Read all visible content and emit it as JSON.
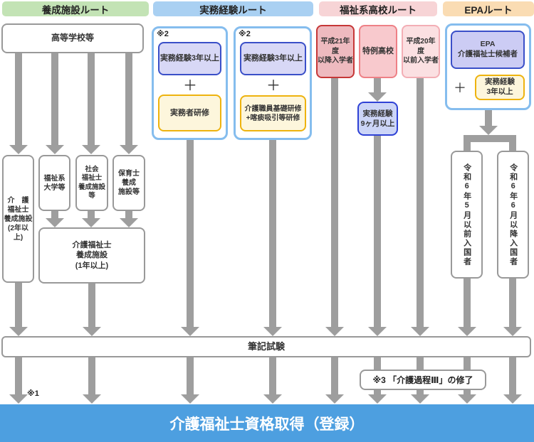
{
  "headers": {
    "yosei": "養成施設ルート",
    "jitsumu": "実務経験ルート",
    "fukushikei": "福祉系高校ルート",
    "epa": "EPAルート"
  },
  "yosei_route": {
    "koto_gakko": "高等学校等",
    "kaigo_2yr": "介　護\n福祉士\n養成施設\n(2年以上)",
    "fukushikei_univ": "福祉系\n大学等",
    "shakai_fukushi": "社会\n福祉士\n養成施設\n等",
    "hoikushi": "保育士\n養成\n施設等",
    "kaigo_1yr": "介護福祉士\n養成施設\n(1年以上)"
  },
  "jitsumu_route": {
    "note2": "※2",
    "experience_3yr": "実務経験3年以上",
    "plus": "＋",
    "jitsumusha_kenshu": "実務者研修",
    "kiso_kenshu": "介護職員基礎研修\n+喀痰吸引等研修"
  },
  "fukushikei_route": {
    "heisei21": "平成21年度\n以降入学者",
    "tokurei": "特例高校",
    "heisei20": "平成20年度\n以前入学者",
    "jitsumu_9mo": "実務経験\n9ヶ月以上"
  },
  "epa_route": {
    "candidate": "EPA\n介護福祉士候補者",
    "plus": "＋",
    "experience_3yr": "実務経験\n3年以上",
    "reiwa_before": "令和6年5月以前入国者",
    "reiwa_after": "令和6年6月以降入国者"
  },
  "bottom": {
    "exam": "筆記試験",
    "note1": "※1",
    "note3": "※3 「介護過程Ⅲ」の修了",
    "result": "介護福祉士資格取得（登録）"
  },
  "colors": {
    "header_yosei": "#c3e3b5",
    "header_jitsumu": "#a9d0f2",
    "header_fukushikei": "#f7d4d6",
    "header_epa": "#fadcb3",
    "outer_border_blue": "#85bdee",
    "inner_blue_fill": "#d8d8f6",
    "inner_blue_border": "#3a4fc8",
    "yellow_fill": "#fdf6dc",
    "yellow_border": "#eeb30e",
    "red_box_fill": "#eebabf",
    "red_box_border": "#c63737",
    "tokurei_fill": "#f8c9cd",
    "tokurei_border": "#ee8086",
    "heisei20_fill": "#fbe0e2",
    "heisei20_border": "#f3aeb5",
    "jitsumu9_fill": "#ccd5f7",
    "jitsumu9_border": "#2e41d5",
    "gray_border": "#999999",
    "arrow_gray": "#9e9e9e",
    "result_bar_blue": "#4d9fe0"
  }
}
